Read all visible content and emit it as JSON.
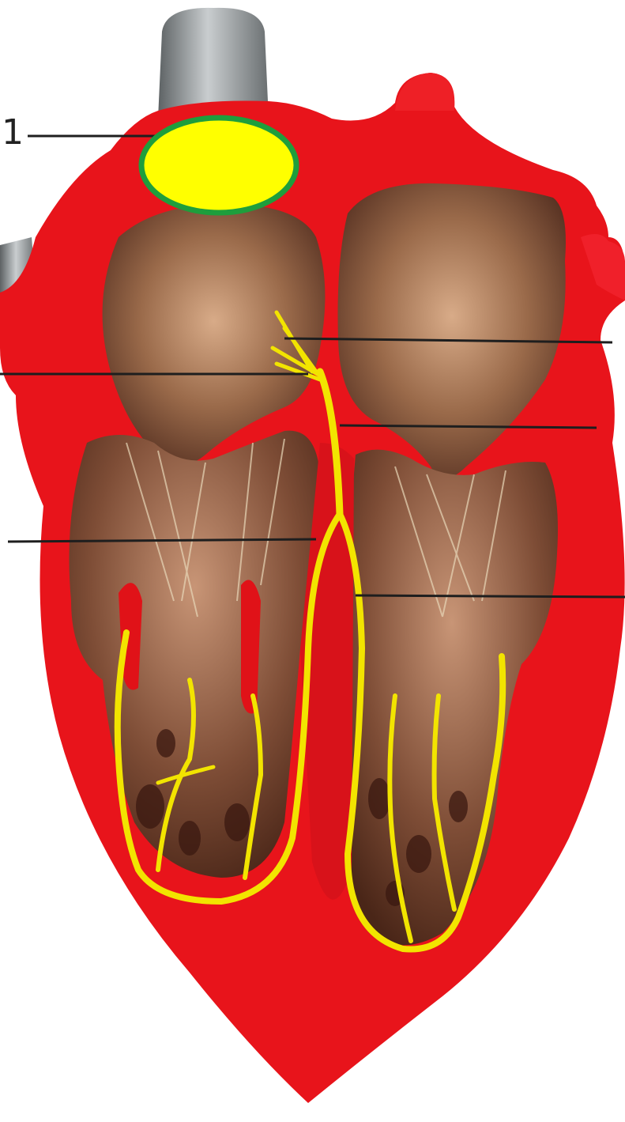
{
  "diagram": {
    "labels": [
      {
        "id": "label-1",
        "text": "1"
      },
      {
        "id": "label-right-top",
        "text": ""
      },
      {
        "id": "label-right-mid",
        "text": ""
      },
      {
        "id": "label-left-top",
        "text": ""
      },
      {
        "id": "label-left-bottom",
        "text": ""
      },
      {
        "id": "label-right-bottom",
        "text": ""
      }
    ],
    "highlight_marker": {
      "fill": "#ffff00",
      "stroke": "#1e9e3c"
    },
    "colors": {
      "myocardium": "#e8141b",
      "myocardium_dark": "#b80f14",
      "chamber_interior": "#8a5a3c",
      "chamber_light": "#c49777",
      "conduction_system": "#f2e400",
      "vessel_gray": "#8e9496",
      "leader_line": "#1e1e1e"
    }
  }
}
